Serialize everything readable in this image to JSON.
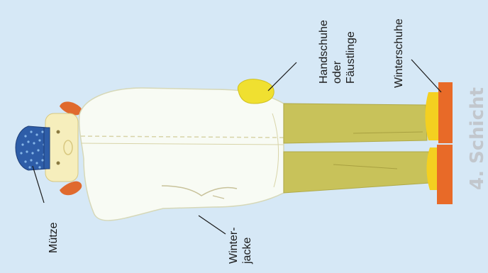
{
  "labels": {
    "hat": "Mütze",
    "jacket_line1": "Winter-",
    "jacket_line2": "jacke",
    "gloves_line1": "Handschuhe",
    "gloves_line2": "oder",
    "gloves_line3": "Fäustlinge",
    "boots": "Winterschuhe"
  },
  "layer_title": "4. Schicht",
  "colors": {
    "background": "#d6e8f6",
    "hat": "#2e5da8",
    "hair": "#e06a2e",
    "jacket": "#f8fbf4",
    "trousers": "#c8c25a",
    "gloves": "#f0e030",
    "boots": "#f4d020",
    "boot_soles": "#e86a28",
    "face": "#f6eebc",
    "title": "#c2c7cd"
  }
}
